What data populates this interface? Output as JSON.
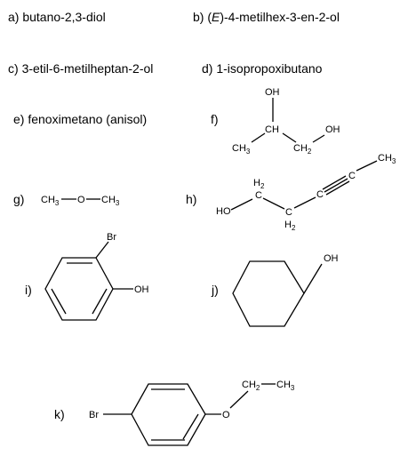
{
  "items": {
    "a": {
      "letter": "a)",
      "name": "butano-2,3-diol"
    },
    "b": {
      "letter": "b)",
      "name_prefix": "(",
      "name_stereo": "E",
      "name_rest": ")-4-metilhex-3-en-2-ol"
    },
    "c": {
      "letter": "c)",
      "name": "3-etil-6-metilheptan-2-ol"
    },
    "d": {
      "letter": "d)",
      "name": "1-isopropoxibutano"
    },
    "e": {
      "letter": "e)",
      "name": "fenoximetano (anisol)"
    },
    "f": {
      "letter": "f)",
      "atoms": {
        "oh_top": "OH",
        "ch": "CH",
        "ch3": "CH",
        "ch3_sub": "3",
        "ch2": "CH",
        "ch2_sub": "2",
        "oh_right": "OH"
      }
    },
    "g": {
      "letter": "g)",
      "atoms": {
        "ch3_left": "CH",
        "ch3_left_sub": "3",
        "o": "O",
        "ch3_right": "CH",
        "ch3_right_sub": "3"
      }
    },
    "h": {
      "letter": "h)",
      "atoms": {
        "ho": "HO",
        "h2_a": "H",
        "h2_a_sub": "2",
        "c_a": "C",
        "c_b": "C",
        "h2_b": "H",
        "h2_b_sub": "2",
        "c_c": "C",
        "c_d": "C",
        "ch3": "CH",
        "ch3_sub": "3"
      }
    },
    "i": {
      "letter": "i)",
      "atoms": {
        "br": "Br",
        "oh": "OH"
      }
    },
    "j": {
      "letter": "j)",
      "atoms": {
        "oh": "OH"
      }
    },
    "k": {
      "letter": "k)",
      "atoms": {
        "br": "Br",
        "o": "O",
        "ch2": "CH",
        "ch2_sub": "2",
        "ch3": "CH",
        "ch3_sub": "3"
      }
    }
  }
}
